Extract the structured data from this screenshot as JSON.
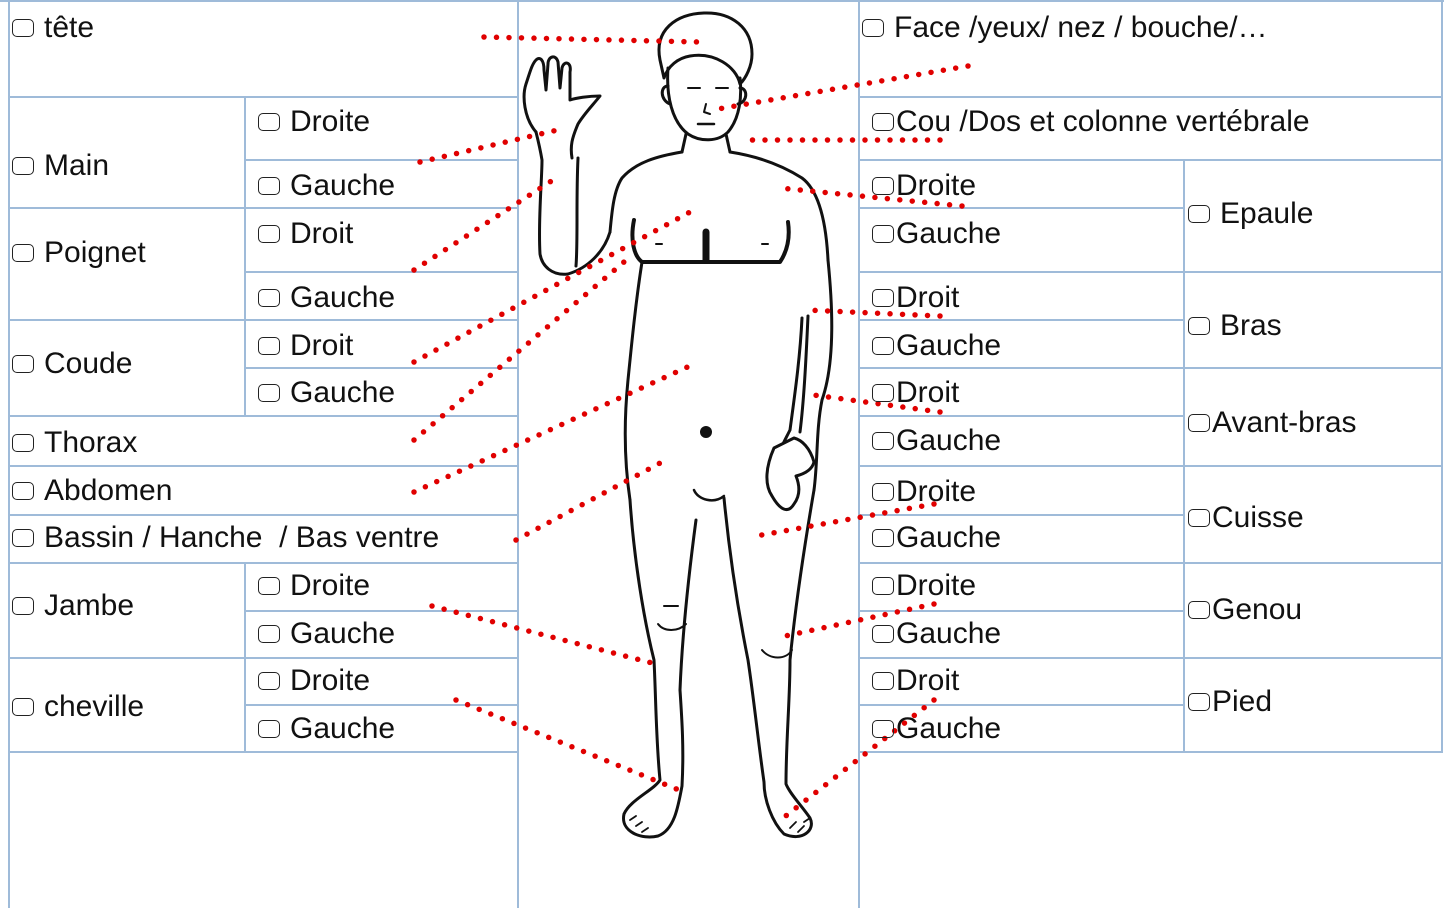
{
  "left": {
    "tete": "tête",
    "main": "Main",
    "main_right": "Droite",
    "main_left": "Gauche",
    "poignet": "Poignet",
    "poignet_right": "Droit",
    "poignet_left": "Gauche",
    "coude": "Coude",
    "coude_right": "Droit",
    "coude_left": "Gauche",
    "thorax": "Thorax",
    "abdomen": "Abdomen",
    "bassin": "Bassin / Hanche  / Bas ventre",
    "jambe": "Jambe",
    "jambe_right": "Droite",
    "jambe_left": "Gauche",
    "cheville": "cheville",
    "cheville_right": "Droite",
    "cheville_left": "Gauche"
  },
  "right": {
    "face": "Face /yeux/ nez / bouche/…",
    "cou": "Cou /Dos et colonne vertébrale",
    "epaule": "Epaule",
    "epaule_right": "Droite",
    "epaule_left": "Gauche",
    "bras": "Bras",
    "bras_right": "Droit",
    "bras_left": "Gauche",
    "avant_bras": "Avant-bras",
    "avant_bras_right": "Droit",
    "avant_bras_left": "Gauche",
    "cuisse": "Cuisse",
    "cuisse_right": "Droite",
    "cuisse_left": "Gauche",
    "genou": "Genou",
    "genou_right": "Droite",
    "genou_left": "Gauche",
    "pied": "Pied",
    "pied_right": "Droit",
    "pied_left": "Gauche"
  },
  "colors": {
    "grid": "#9fbbd9",
    "leader_dots": "#e00000",
    "outline": "#111111"
  }
}
